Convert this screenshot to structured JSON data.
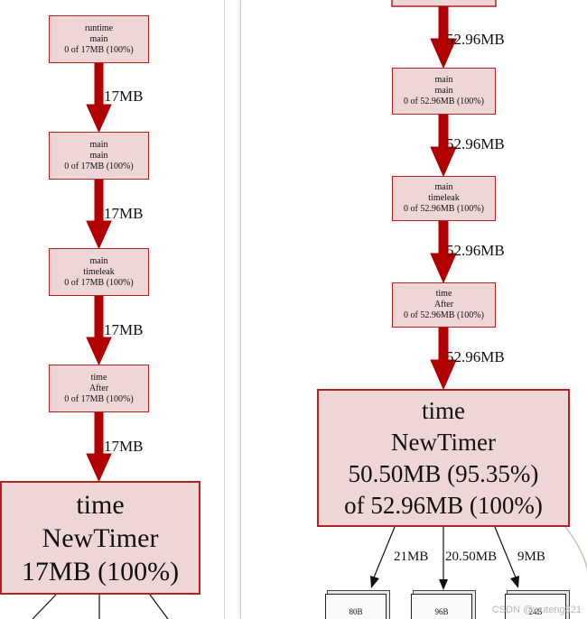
{
  "left_graph": {
    "nodes": [
      {
        "lines": [
          "runtime",
          "main",
          "0 of 17MB (100%)"
        ]
      },
      {
        "lines": [
          "main",
          "main",
          "0 of 17MB (100%)"
        ]
      },
      {
        "lines": [
          "main",
          "timeleak",
          "0 of 17MB (100%)"
        ]
      },
      {
        "lines": [
          "time",
          "After",
          "0 of 17MB (100%)"
        ]
      },
      {
        "lines": [
          "time",
          "NewTimer",
          "17MB (100%)"
        ]
      }
    ],
    "edges": [
      {
        "label": "17MB"
      },
      {
        "label": "17MB"
      },
      {
        "label": "17MB"
      },
      {
        "label": "17MB"
      }
    ]
  },
  "right_graph": {
    "nodes": [
      {
        "lines": [
          "main",
          "main",
          "0 of 52.96MB (100%)"
        ]
      },
      {
        "lines": [
          "main",
          "timeleak",
          "0 of 52.96MB (100%)"
        ]
      },
      {
        "lines": [
          "time",
          "After",
          "0 of 52.96MB (100%)"
        ]
      },
      {
        "lines": [
          "time",
          "NewTimer",
          "50.50MB (95.35%)",
          "of 52.96MB (100%)"
        ]
      }
    ],
    "edges": [
      {
        "label": "52.96MB"
      },
      {
        "label": "52.96MB"
      },
      {
        "label": "52.96MB"
      },
      {
        "label": "52.96MB"
      }
    ],
    "child_edges": [
      {
        "label": "21MB"
      },
      {
        "label": "20.50MB"
      },
      {
        "label": "9MB"
      }
    ],
    "leaves": [
      {
        "label": "80B"
      },
      {
        "label": "96B"
      },
      {
        "label": "24B"
      }
    ]
  },
  "watermark": "CSDN @wuteng321"
}
